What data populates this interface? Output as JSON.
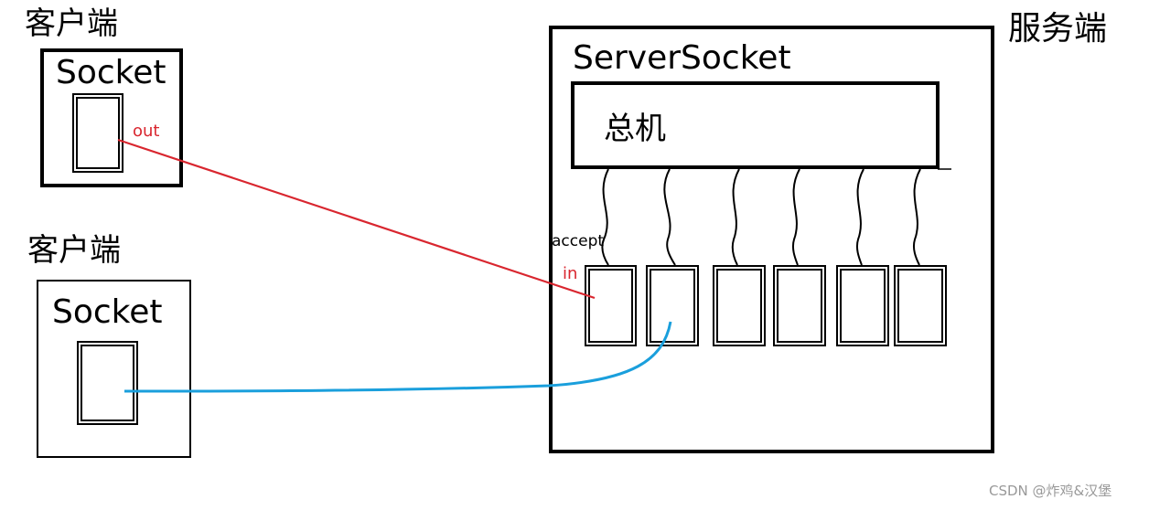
{
  "client_top": {
    "title": "客户端",
    "socket_label": "Socket",
    "port_label": "out"
  },
  "client_bottom": {
    "title": "客户端",
    "socket_label": "Socket"
  },
  "server": {
    "title": "服务端",
    "serversocket_label": "ServerSocket",
    "main_label": "总机",
    "accept_label": "accept",
    "in_label": "in",
    "slot_count": 6
  },
  "colors": {
    "red_line": "#d9262f",
    "blue_line": "#1a9fdc",
    "port_text": "#d9262f",
    "stroke": "#000000"
  },
  "watermark": "CSDN @炸鸡&汉堡"
}
